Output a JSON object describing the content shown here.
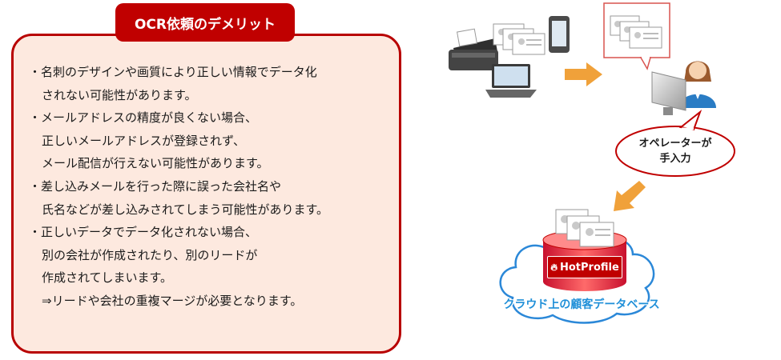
{
  "panel": {
    "title": "OCR依頼のデメリット",
    "lines": [
      "・名刺のデザインや画質により正しい情報でデータ化",
      "されない可能性があります。",
      "・メールアドレスの精度が良くない場合、",
      "正しいメールアドレスが登録されず、",
      "メール配信が行えない可能性があります。",
      "・差し込みメールを行った際に誤った会社名や",
      "氏名などが差し込みされてしまう可能性があります。",
      "・正しいデータでデータ化されない場合、",
      "別の会社が作成されたり、別のリードが",
      "作成されてしまいます。",
      "⇒リードや会社の重複マージが必要となります。"
    ]
  },
  "diagram": {
    "operator_bubble": [
      "オペレーターが",
      "手入力"
    ],
    "logo_text": "HotProfile",
    "cloud_label": "クラウド上の顧客データベース"
  },
  "colors": {
    "accent_red": "#c00000",
    "panel_bg": "#fde9df",
    "arrow_orange": "#f0a13a",
    "cloud_blue": "#1f8fd8"
  },
  "icons": [
    "scanner-icon",
    "business-card-icon",
    "smartphone-icon",
    "laptop-icon",
    "arrow-right-icon",
    "arrow-down-left-icon",
    "operator-icon",
    "database-cylinder-icon",
    "cloud-icon"
  ]
}
